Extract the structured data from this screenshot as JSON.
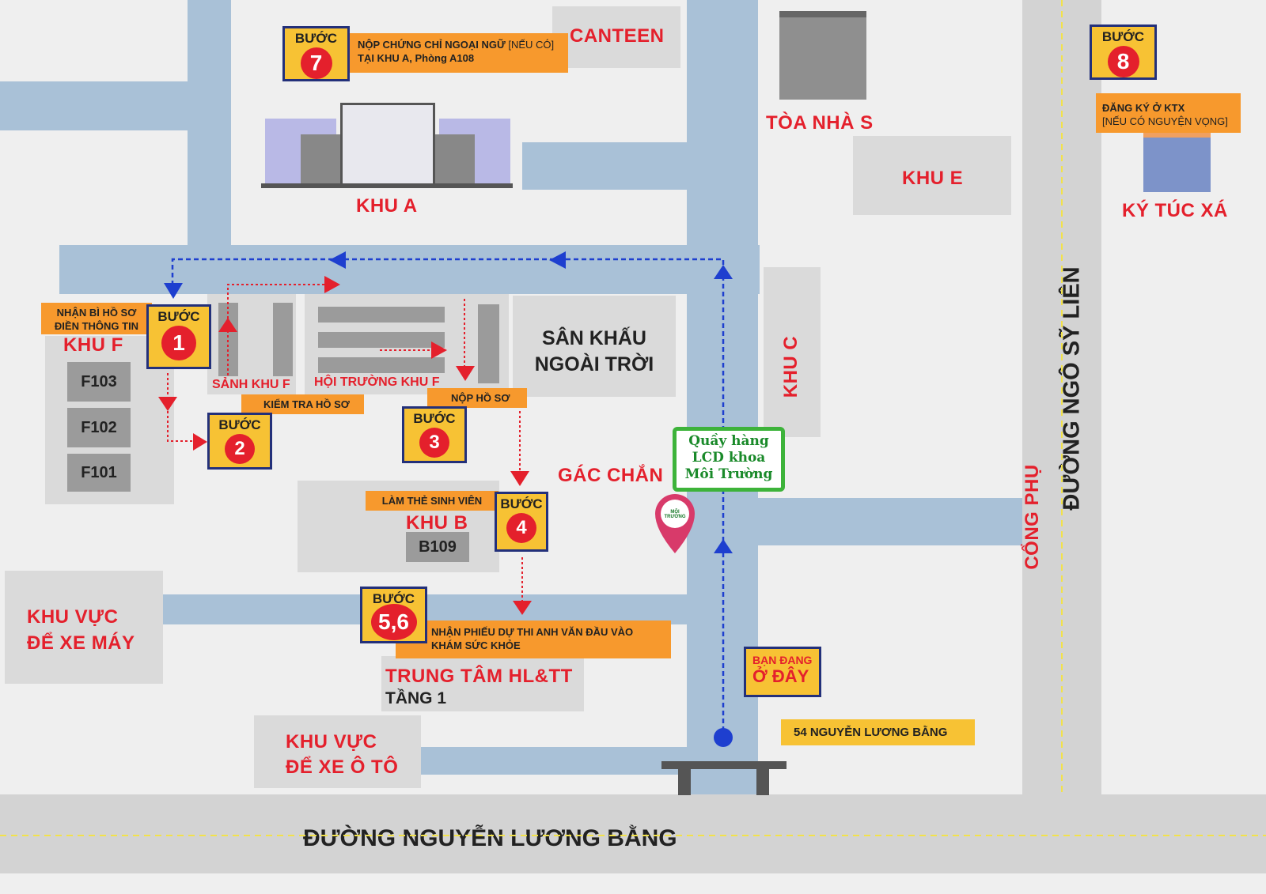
{
  "colors": {
    "road": "#a9c1d7",
    "accent_red": "#e4202c",
    "step_yellow": "#f7c234",
    "label_orange": "#f7992d",
    "route_blue": "#1e3fcf"
  },
  "buildings": {
    "canteen": "CANTEEN",
    "khu_a": "KHU A",
    "toa_nha_s": "TÒA NHÀ S",
    "khu_e": "KHU E",
    "ky_tuc_xa": "KÝ TÚC XÁ",
    "khu_f": "KHU F",
    "sanh_khu_f": "SẢNH KHU F",
    "hoi_truong_khu_f": "HỘI TRƯỜNG KHU F",
    "san_khau_line1": "SÂN KHẤU",
    "san_khau_line2": "NGOÀI TRỜI",
    "khu_c": "KHU C",
    "gac_chan": "GÁC CHẮN",
    "khu_b": "KHU B",
    "b109": "B109",
    "f103": "F103",
    "f102": "F102",
    "f101": "F101",
    "xe_may_line1": "KHU VỰC",
    "xe_may_line2": "ĐỂ XE MÁY",
    "oto_line1": "KHU VỰC",
    "oto_line2": "ĐỂ XE Ô TÔ",
    "trung_tam": "TRUNG TÂM HL&TT",
    "tang1": "TẦNG 1",
    "cong_phu": "CỔNG PHỤ"
  },
  "streets": {
    "ngo_sy_lien": "ĐƯỜNG NGÔ SỸ LIÊN",
    "nguyen_luong_bang": "ĐƯỜNG NGUYỄN LƯƠNG BẰNG",
    "address": "54 NGUYỄN LƯƠNG BẰNG"
  },
  "step_word": "BƯỚC",
  "steps": [
    {
      "num": "1",
      "line1": "NHẬN BÌ HỒ SƠ",
      "line2": "ĐIỀN THÔNG TIN"
    },
    {
      "num": "2",
      "line1": "KIỂM TRA HỒ SƠ"
    },
    {
      "num": "3",
      "line1": "NỘP HỒ SƠ"
    },
    {
      "num": "4",
      "line1": "LÀM THẺ SINH VIÊN"
    },
    {
      "num": "5,6",
      "line1": "NHẬN PHIẾU DỰ THI ANH VĂN ĐẦU VÀO",
      "line2": "KHÁM SỨC KHỎE"
    },
    {
      "num": "7",
      "line1": "NỘP CHỨNG CHỈ NGOẠI NGỮ",
      "note": "[NẾU CÓ]",
      "line2": "TẠI KHU A, Phòng A108"
    },
    {
      "num": "8",
      "line1": "ĐĂNG KÝ Ở KTX",
      "line2": "[NẾU CÓ NGUYỆN VỌNG]"
    }
  ],
  "you_are_here": {
    "line1": "BẠN ĐANG",
    "line2": "Ở ĐÂY"
  },
  "booth": {
    "line1": "Quầy hàng",
    "line2": "LCD khoa",
    "line3": "Môi Trường",
    "logo_text": "MÔI TRƯỜNG"
  }
}
